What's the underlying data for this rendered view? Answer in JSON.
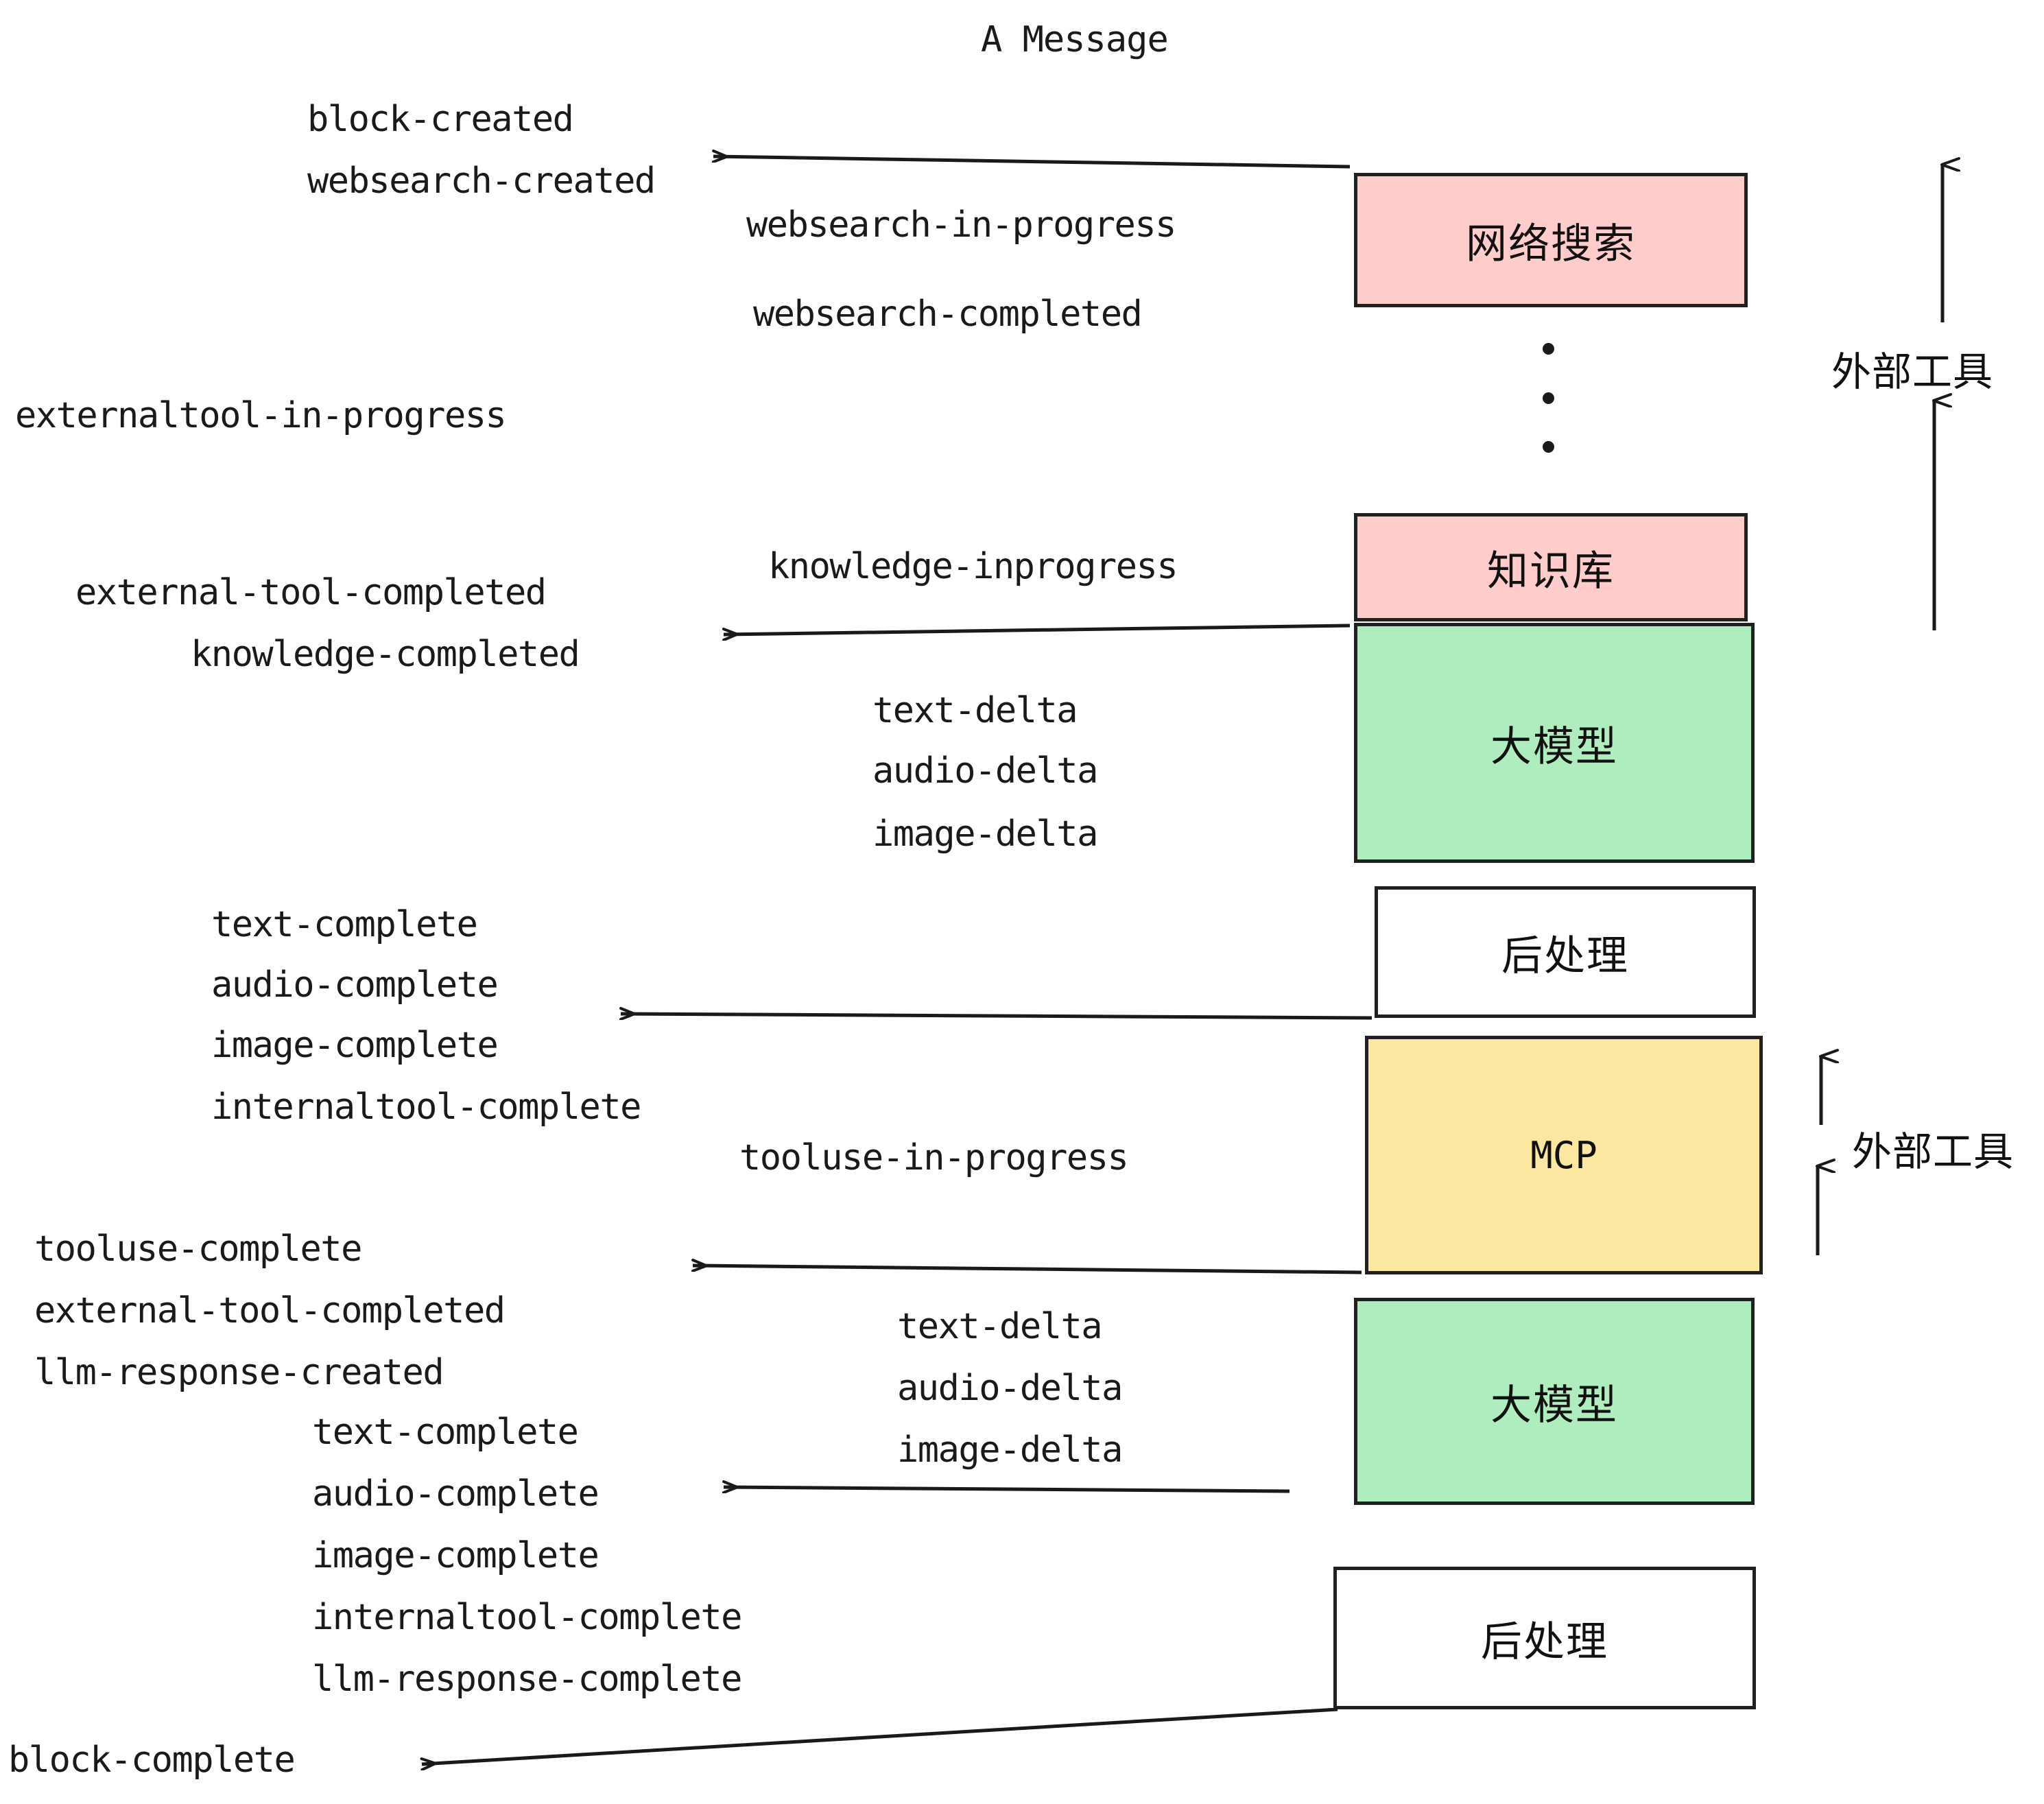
{
  "diagram": {
    "title": "A Message",
    "colors": {
      "pink": "#FFCCCC",
      "green": "#B0EDBE",
      "yellow": "#FCE7A0",
      "white": "#FFFFFF",
      "stroke": "#202020",
      "text": "#1A1A1A"
    },
    "nodes": [
      {
        "id": "websearch",
        "label": "网络搜索",
        "fill": "#FFCCCC",
        "mono": false
      },
      {
        "id": "knowledge",
        "label": "知识库",
        "fill": "#FFCCCC",
        "mono": false
      },
      {
        "id": "llm-1",
        "label": "大模型",
        "fill": "#B0EDBE",
        "mono": false
      },
      {
        "id": "postprocess-1",
        "label": "后处理",
        "fill": "#FFFFFF",
        "mono": false
      },
      {
        "id": "mcp",
        "label": "MCP",
        "fill": "#FCE7A0",
        "mono": true
      },
      {
        "id": "llm-2",
        "label": "大模型",
        "fill": "#B0EDBE",
        "mono": false
      },
      {
        "id": "postprocess-2",
        "label": "后处理",
        "fill": "#FFFFFF",
        "mono": false
      }
    ],
    "side_labels": [
      {
        "id": "external-tools-top",
        "text": "外部工具"
      },
      {
        "id": "external-tools-bottom",
        "text": "外部工具"
      }
    ],
    "events": {
      "block_created": "block-created",
      "websearch_created": "websearch-created",
      "websearch_in_progress": "websearch-in-progress",
      "websearch_completed": "websearch-completed",
      "externaltool_in_progress": "externaltool-in-progress",
      "knowledge_inprogress": "knowledge-inprogress",
      "external_tool_completed_1": "external-tool-completed",
      "knowledge_completed": "knowledge-completed",
      "text_delta_1": "text-delta",
      "audio_delta_1": "audio-delta",
      "image_delta_1": "image-delta",
      "text_complete_1": "text-complete",
      "audio_complete_1": "audio-complete",
      "image_complete_1": "image-complete",
      "internaltool_complete_1": "internaltool-complete",
      "tooluse_in_progress": "tooluse-in-progress",
      "tooluse_complete": "tooluse-complete",
      "external_tool_completed_2": "external-tool-completed",
      "llm_response_created": "llm-response-created",
      "text_delta_2": "text-delta",
      "audio_delta_2": "audio-delta",
      "image_delta_2": "image-delta",
      "text_complete_2": "text-complete",
      "audio_complete_2": "audio-complete",
      "image_complete_2": "image-complete",
      "internaltool_complete_2": "internaltool-complete",
      "llm_response_complete": "llm-response-complete",
      "block_complete": "block-complete"
    }
  }
}
